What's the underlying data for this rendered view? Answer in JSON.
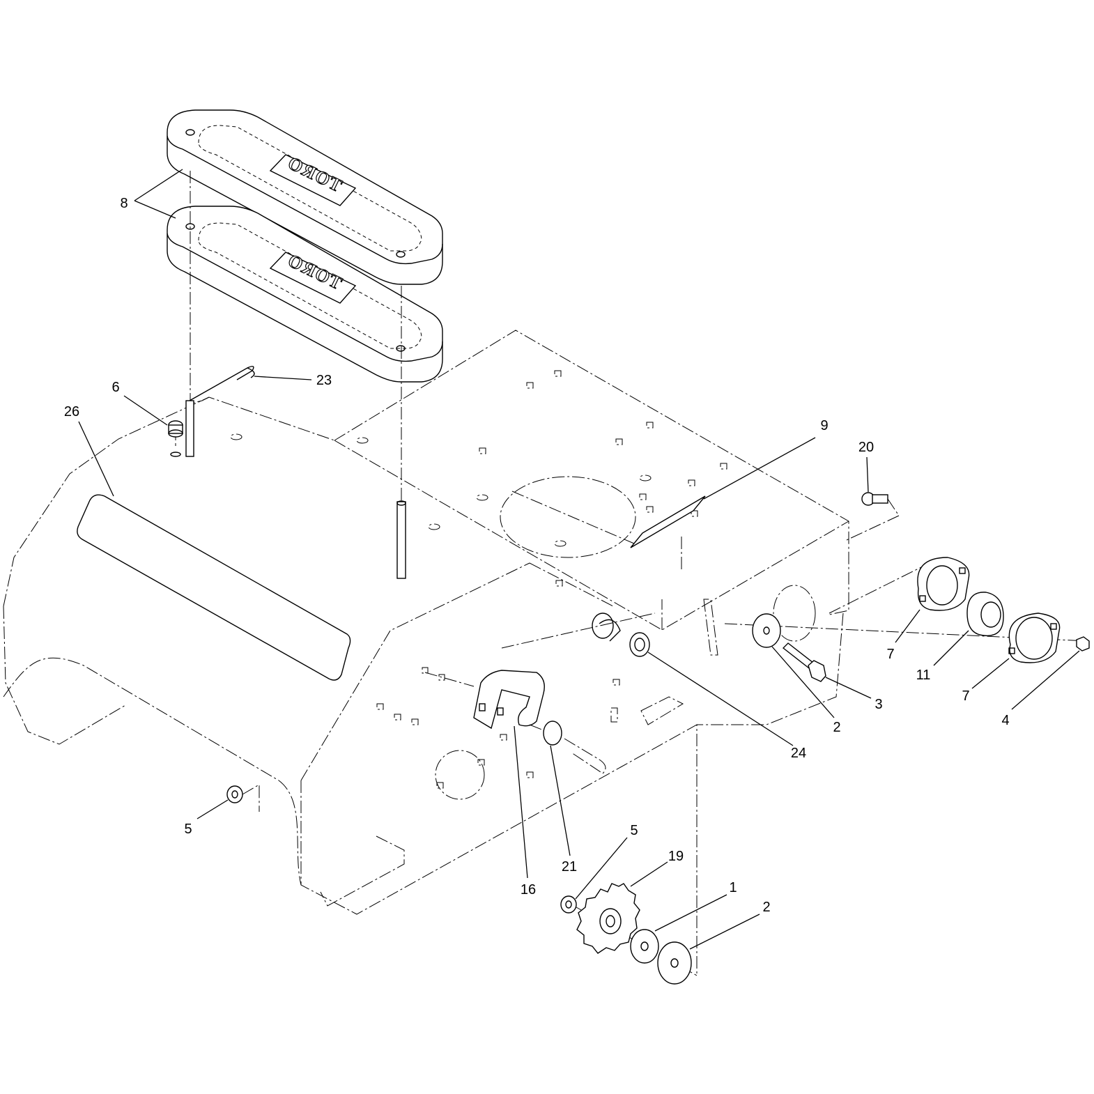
{
  "logo": {
    "brand": "TORO"
  },
  "callouts": [
    {
      "id": "8",
      "label": "8"
    },
    {
      "id": "23",
      "label": "23"
    },
    {
      "id": "6",
      "label": "6"
    },
    {
      "id": "26",
      "label": "26"
    },
    {
      "id": "9",
      "label": "9"
    },
    {
      "id": "20",
      "label": "20"
    },
    {
      "id": "7a",
      "label": "7"
    },
    {
      "id": "11",
      "label": "11"
    },
    {
      "id": "7b",
      "label": "7"
    },
    {
      "id": "4",
      "label": "4"
    },
    {
      "id": "3",
      "label": "3"
    },
    {
      "id": "2a",
      "label": "2"
    },
    {
      "id": "24",
      "label": "24"
    },
    {
      "id": "5a",
      "label": "5"
    },
    {
      "id": "16",
      "label": "16"
    },
    {
      "id": "21",
      "label": "21"
    },
    {
      "id": "5b",
      "label": "5"
    },
    {
      "id": "19",
      "label": "19"
    },
    {
      "id": "1",
      "label": "1"
    },
    {
      "id": "2b",
      "label": "2"
    }
  ]
}
